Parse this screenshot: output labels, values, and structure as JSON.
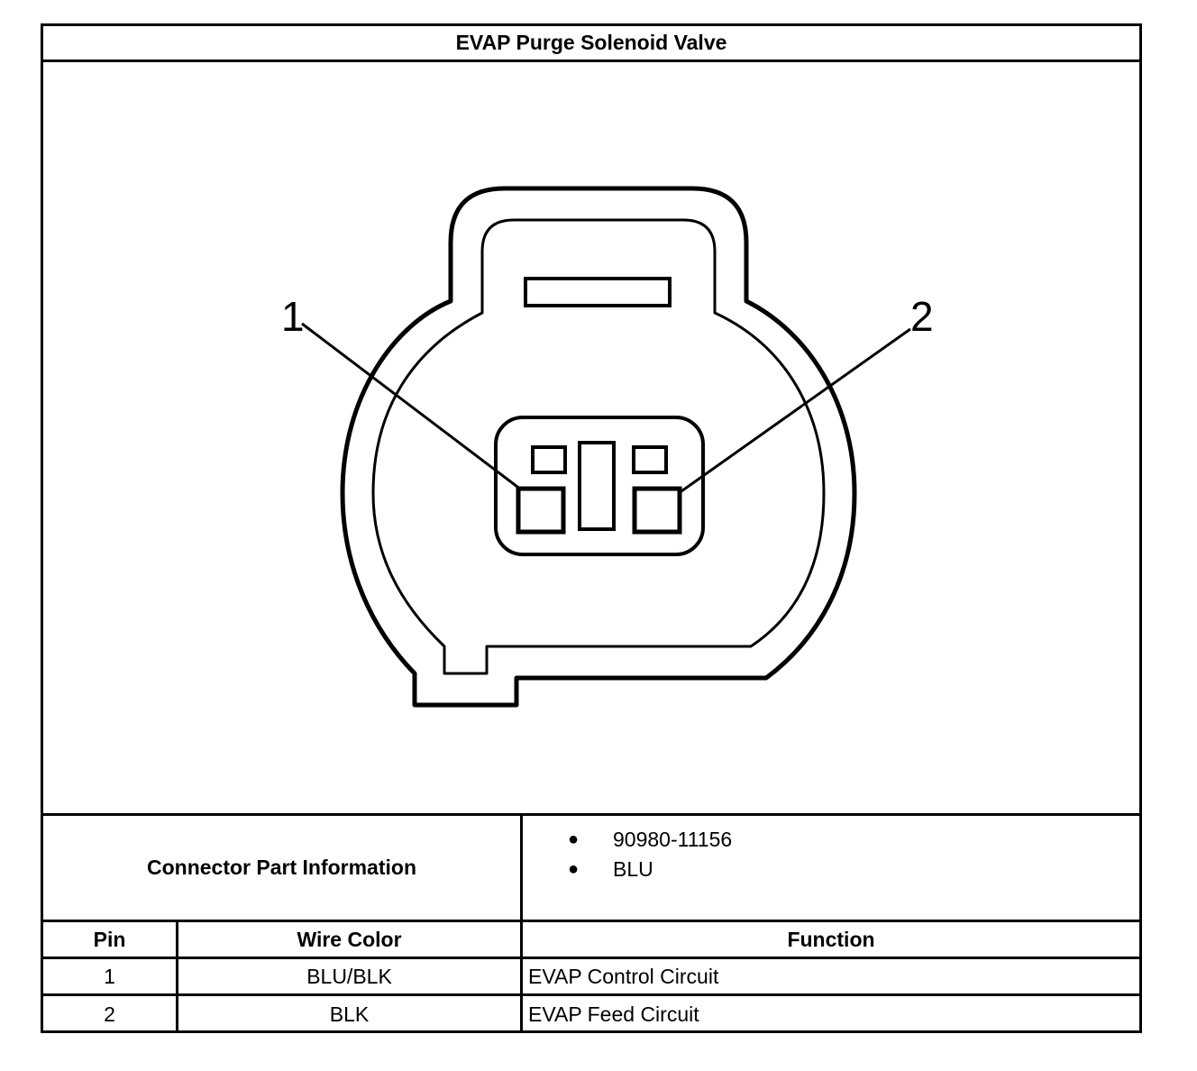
{
  "title": "EVAP Purge Solenoid Valve",
  "diagram": {
    "pin_labels": [
      "1",
      "2"
    ]
  },
  "connector_info": {
    "label": "Connector Part Information",
    "items": [
      "90980-11156",
      "BLU"
    ]
  },
  "table": {
    "headers": {
      "pin": "Pin",
      "wire_color": "Wire Color",
      "function": "Function"
    },
    "rows": [
      {
        "pin": "1",
        "wire_color": "BLU/BLK",
        "function": "EVAP Control Circuit"
      },
      {
        "pin": "2",
        "wire_color": "BLK",
        "function": "EVAP Feed Circuit"
      }
    ]
  }
}
